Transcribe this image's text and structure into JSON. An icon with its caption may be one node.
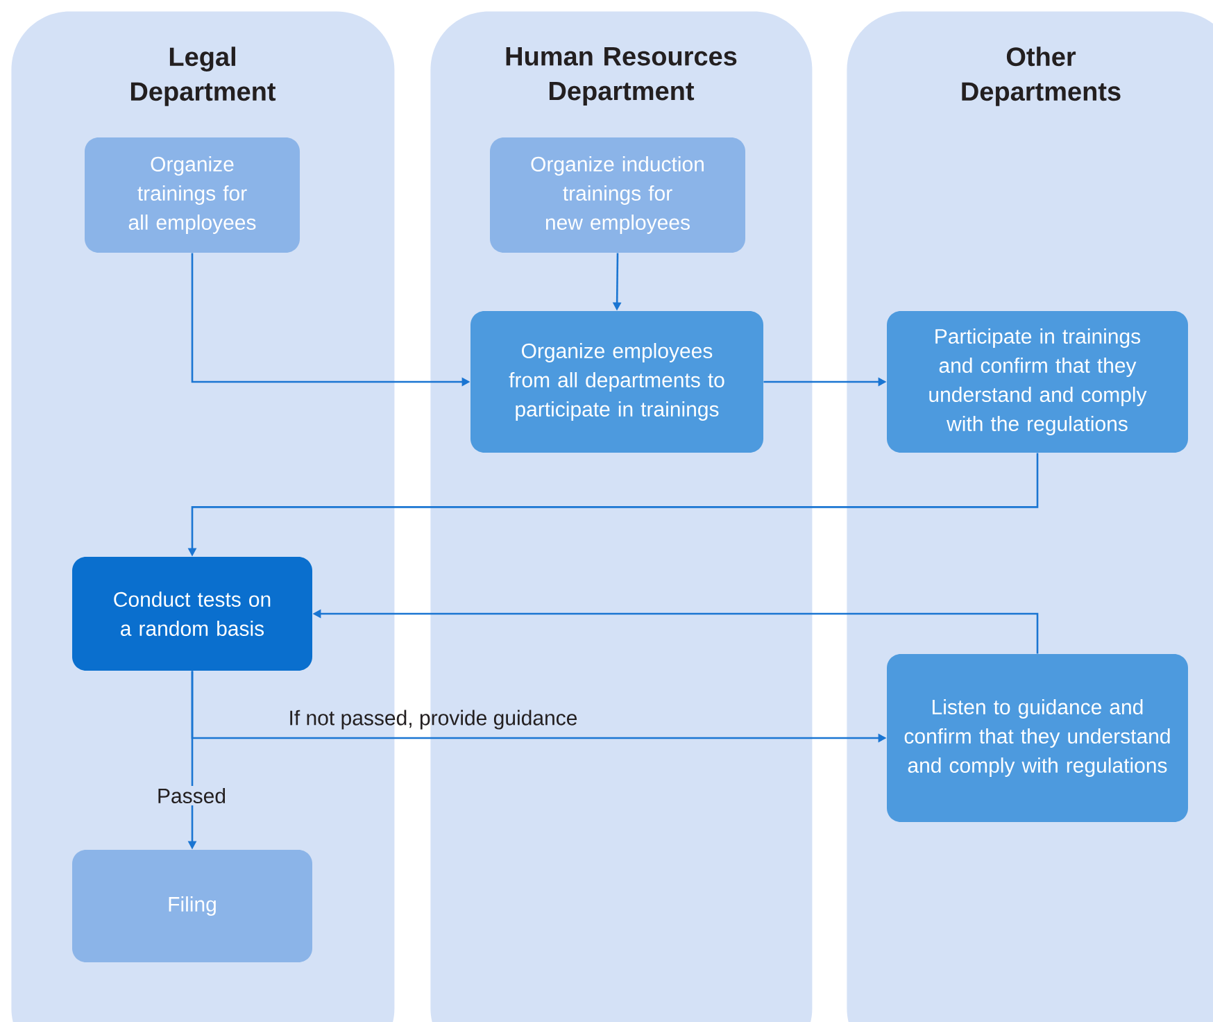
{
  "diagram": {
    "nodes": [
      {
        "text": [
          "Legal Department"
        ]
      },
      {
        "text": [
          "Human Resources Department"
        ]
      },
      {
        "text": [
          "Other Departments"
        ]
      },
      {
        "text": [
          "Organize trainings for all employees"
        ],
        "in": 0
      },
      {
        "text": [
          "Organize induction trainings for new employees"
        ],
        "in": 1
      },
      {
        "text": [
          "Organize employees from all departments to participate in trainings"
        ],
        "in": 1
      },
      {
        "text": [
          "Participate in trainings and confirm that they understand and comply with the regulations"
        ],
        "in": 2
      },
      {
        "text": [
          "Conduct tests on a random basis"
        ],
        "in": 0
      },
      {
        "text": [
          "Listen to guidance and confirm that they understand and comply with regulations"
        ],
        "in": 2
      },
      {
        "text": [
          "Filing"
        ],
        "in": 0
      }
    ],
    "edges": [
      {
        "from": 3,
        "to": 5,
        "arrow": "to"
      },
      {
        "from": 4,
        "to": 5,
        "arrow": "to"
      },
      {
        "from": 5,
        "to": 6,
        "arrow": "to"
      },
      {
        "from": 6,
        "to": 7,
        "arrow": "to"
      },
      {
        "from": 8,
        "to": 7,
        "arrow": "to"
      },
      {
        "from": 7,
        "to": 8,
        "arrow": "to",
        "label": "If not passed, provide guidance"
      },
      {
        "from": 7,
        "to": 9,
        "arrow": "to",
        "label": "Passed"
      }
    ]
  }
}
